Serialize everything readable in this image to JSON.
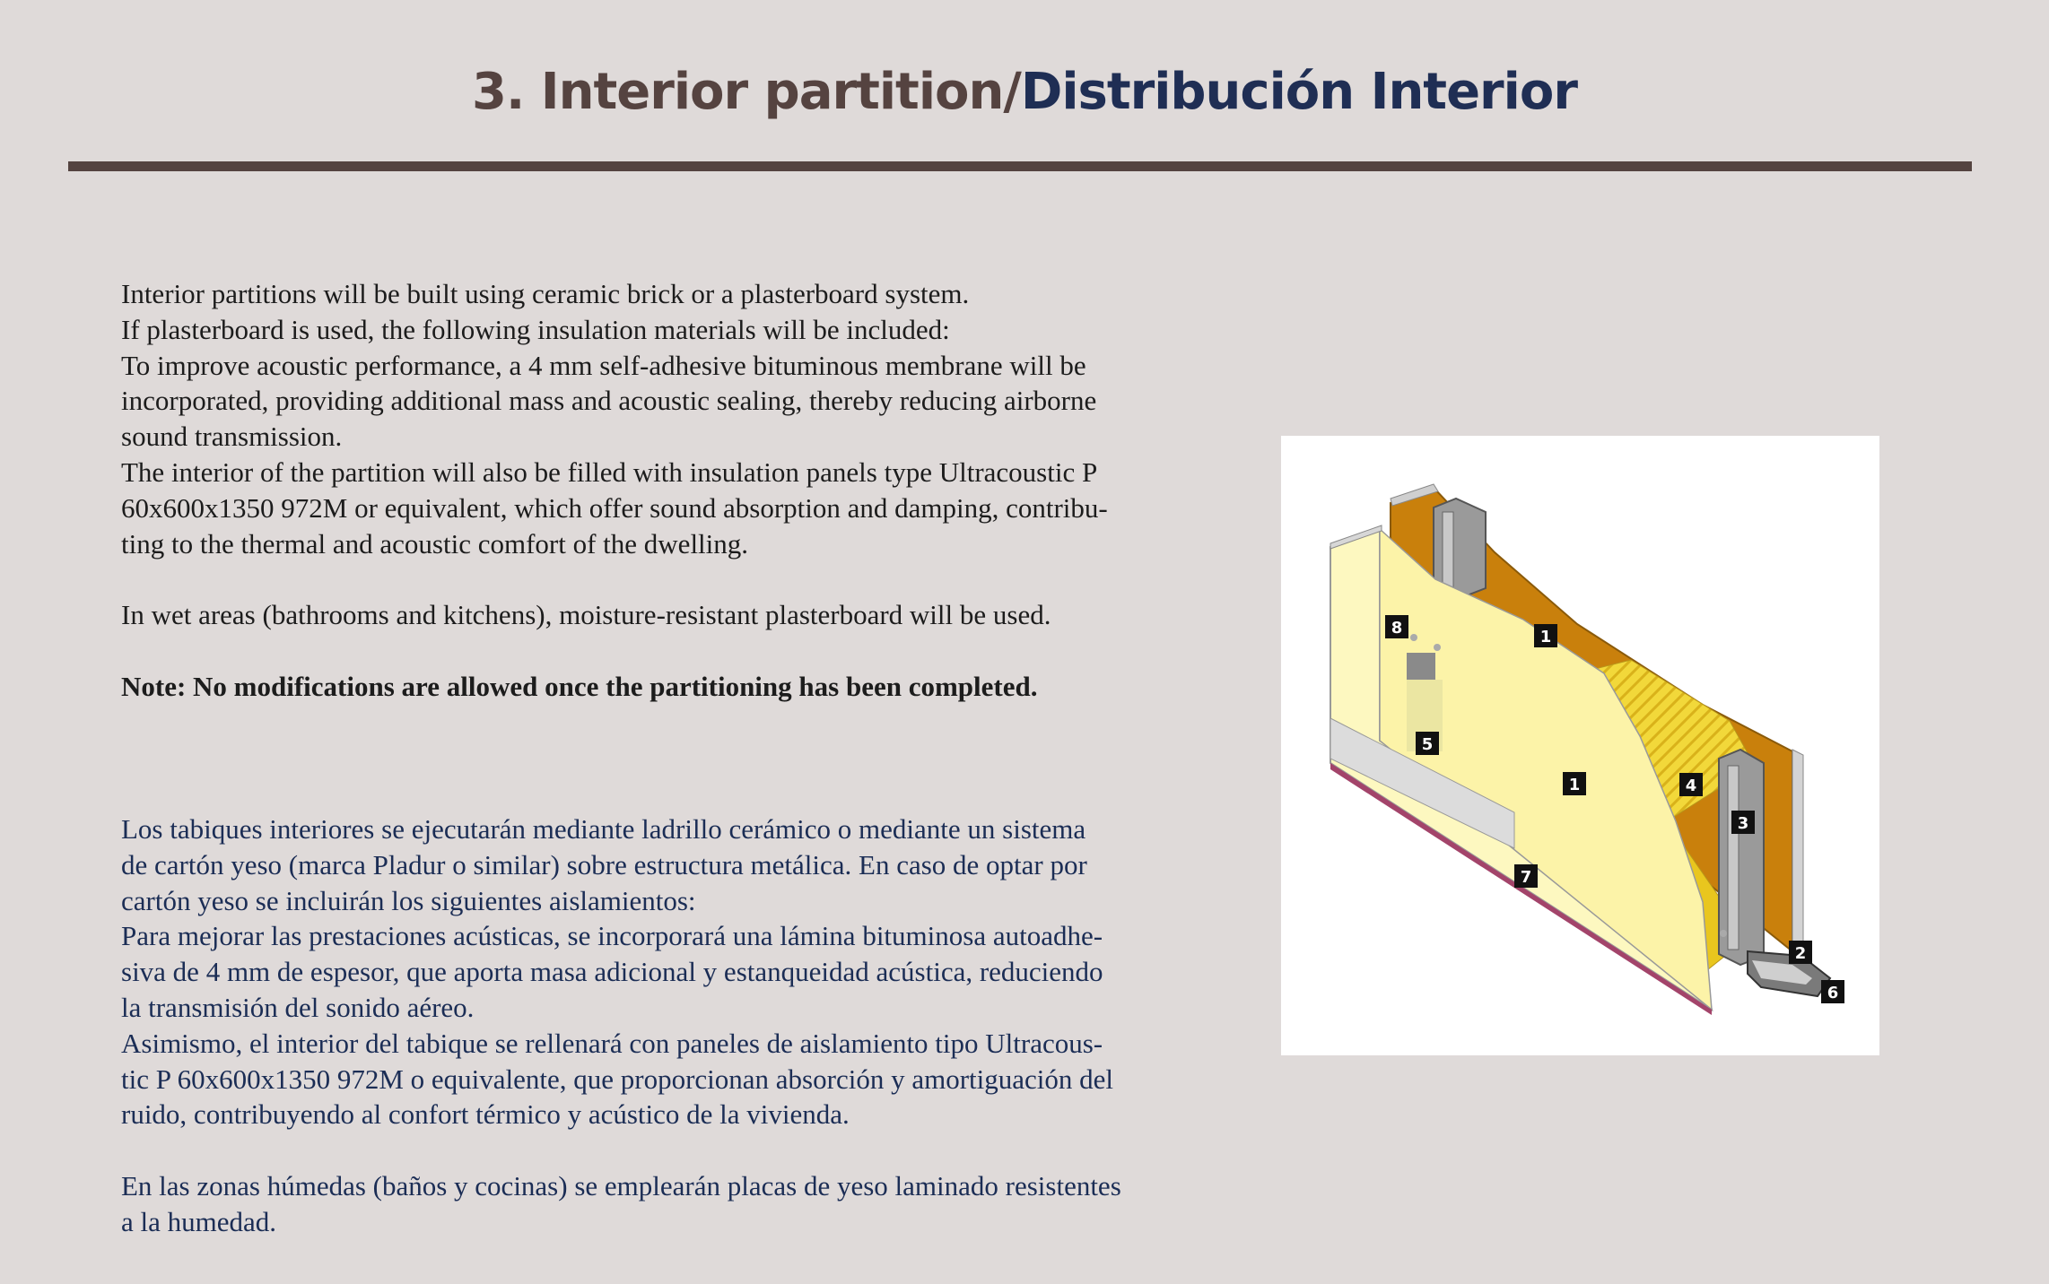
{
  "header": {
    "title_en": "3. Interior partition/",
    "title_es": "Distribución Interior"
  },
  "english": {
    "lines": [
      "Interior partitions will be built using ceramic brick or a plasterboard system.",
      "If plasterboard is used, the following insulation materials will be included:",
      "To improve acoustic performance, a 4 mm self-adhesive bituminous membrane will be",
      "incorporated, providing additional mass and acoustic sealing, thereby reducing airborne",
      "sound transmission.",
      "The interior of the partition will also be filled with insulation panels type Ultracoustic P",
      "60x600x1350 972M or equivalent, which offer sound absorption and damping, contribu-",
      "ting to the thermal and acoustic comfort of the dwelling."
    ],
    "wet_areas": "In wet areas (bathrooms and kitchens), moisture-resistant plasterboard will be used.",
    "note": "Note: No modifications are allowed once the partitioning has been completed."
  },
  "spanish": {
    "lines": [
      "Los tabiques interiores se ejecutarán mediante ladrillo cerámico o mediante un sistema",
      "de cartón yeso (marca Pladur o similar) sobre estructura metálica. En caso de optar por",
      "cartón yeso se incluirán los siguientes aislamientos:",
      "Para mejorar las prestaciones acústicas, se incorporará una lámina bituminosa autoadhe-",
      "siva de 4 mm de espesor, que aporta masa adicional y estanqueidad acústica, reduciendo",
      "la transmisión del sonido aéreo.",
      "Asimismo, el interior del tabique se rellenará con paneles de aislamiento tipo Ultracous-",
      "tic P 60x600x1350 972M o equivalente, que proporcionan absorción y amortiguación del",
      "ruido, contribuyendo al confort térmico y acústico de la vivienda."
    ],
    "wet_areas": [
      "En las zonas húmedas (baños y cocinas) se emplearán placas de yeso laminado resistentes",
      "a la humedad."
    ]
  },
  "figure": {
    "callouts": [
      "8",
      "1",
      "5",
      "1",
      "4",
      "3",
      "7",
      "2",
      "6"
    ]
  }
}
